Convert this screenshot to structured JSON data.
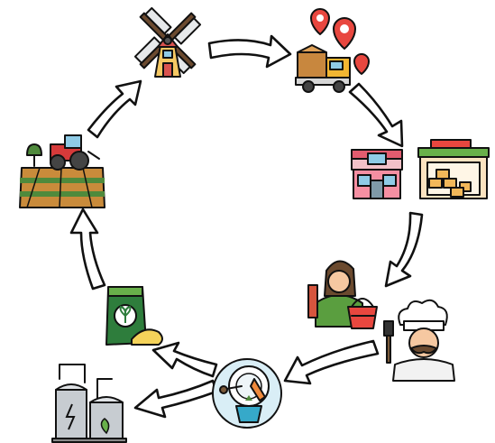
{
  "diagram": {
    "type": "cycle",
    "nodes": [
      {
        "id": "windmill",
        "icon": "windmill-icon"
      },
      {
        "id": "logistics",
        "icon": "delivery-truck-icon"
      },
      {
        "id": "retail-store",
        "icon": "retail-store-icon"
      },
      {
        "id": "wholesale-market",
        "icon": "market-stall-icon"
      },
      {
        "id": "consumer",
        "icon": "shopper-with-basket-icon"
      },
      {
        "id": "chef",
        "icon": "chef-icon"
      },
      {
        "id": "food-waste",
        "icon": "food-waste-disposal-icon"
      },
      {
        "id": "bio-energy-plant",
        "icon": "biogas-plant-icon"
      },
      {
        "id": "fertilizer",
        "icon": "fertilizer-bag-icon"
      },
      {
        "id": "farm",
        "icon": "tractor-field-icon"
      }
    ],
    "edges": [
      [
        "windmill",
        "logistics"
      ],
      [
        "logistics",
        "wholesale-market"
      ],
      [
        "wholesale-market",
        "consumer"
      ],
      [
        "chef",
        "food-waste"
      ],
      [
        "food-waste",
        "fertilizer"
      ],
      [
        "food-waste",
        "bio-energy-plant"
      ],
      [
        "fertilizer",
        "farm"
      ],
      [
        "farm",
        "windmill"
      ]
    ],
    "colors": {
      "outline": "#111111",
      "arrow_fill": "#ffffff",
      "field_green": "#4f8a3c",
      "field_brown": "#c98b3b",
      "tractor_red": "#d63a3a",
      "store_pink": "#f58fa2",
      "market_green": "#68b04a",
      "crate_orange": "#f2b85a",
      "waste_teal": "#36a9c9",
      "fertilizer_green": "#2e7d3c",
      "plant_grey": "#c7ccd1"
    }
  }
}
